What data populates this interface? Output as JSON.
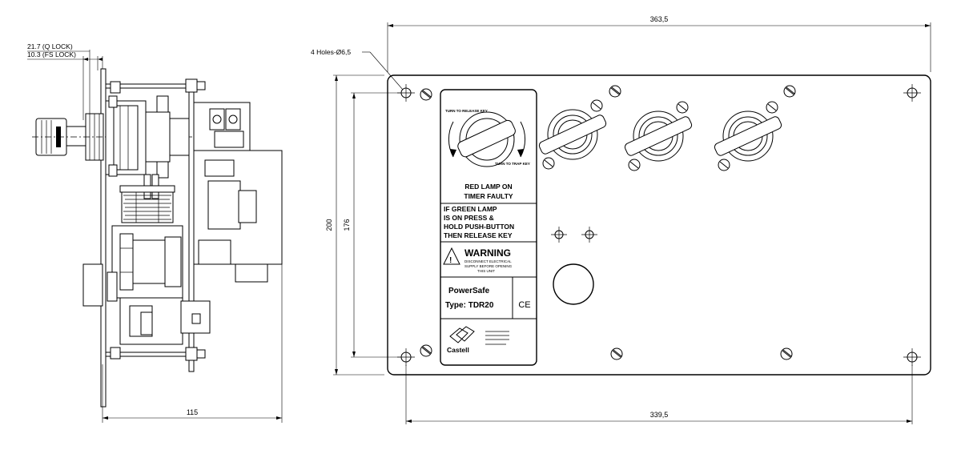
{
  "side_view": {
    "note_q_lock": "21.7 (Q LOCK)",
    "note_fs_lock": "10.3 (FS LOCK)",
    "dim_depth": "115"
  },
  "front_view": {
    "dim_width_overall": "363,5",
    "dim_width_holes": "339,5",
    "dim_height_overall": "200",
    "dim_height_holes": "176",
    "holes_note": "4 Holes-Ø6,5"
  },
  "label_plate": {
    "turn_release": "TURN TO RELEASE KEY",
    "turn_trap": "TURN TO TRAP KEY",
    "red_lamp_line1": "RED LAMP ON",
    "red_lamp_line2": "TIMER FAULTY",
    "green_line1": "IF GREEN LAMP",
    "green_line2": "IS ON PRESS &",
    "green_line3": "HOLD PUSH-BUTTON",
    "green_line4": "THEN RELEASE KEY",
    "warning": "WARNING",
    "warning_sub1": "DISCONNECT ELECTRICAL",
    "warning_sub2": "SUPPLY BEFORE OPENING",
    "warning_sub3": "THIS UNIT",
    "brand": "PowerSafe",
    "type_label": "Type: TDR20",
    "ce_mark": "CE",
    "maker": "Castell"
  }
}
